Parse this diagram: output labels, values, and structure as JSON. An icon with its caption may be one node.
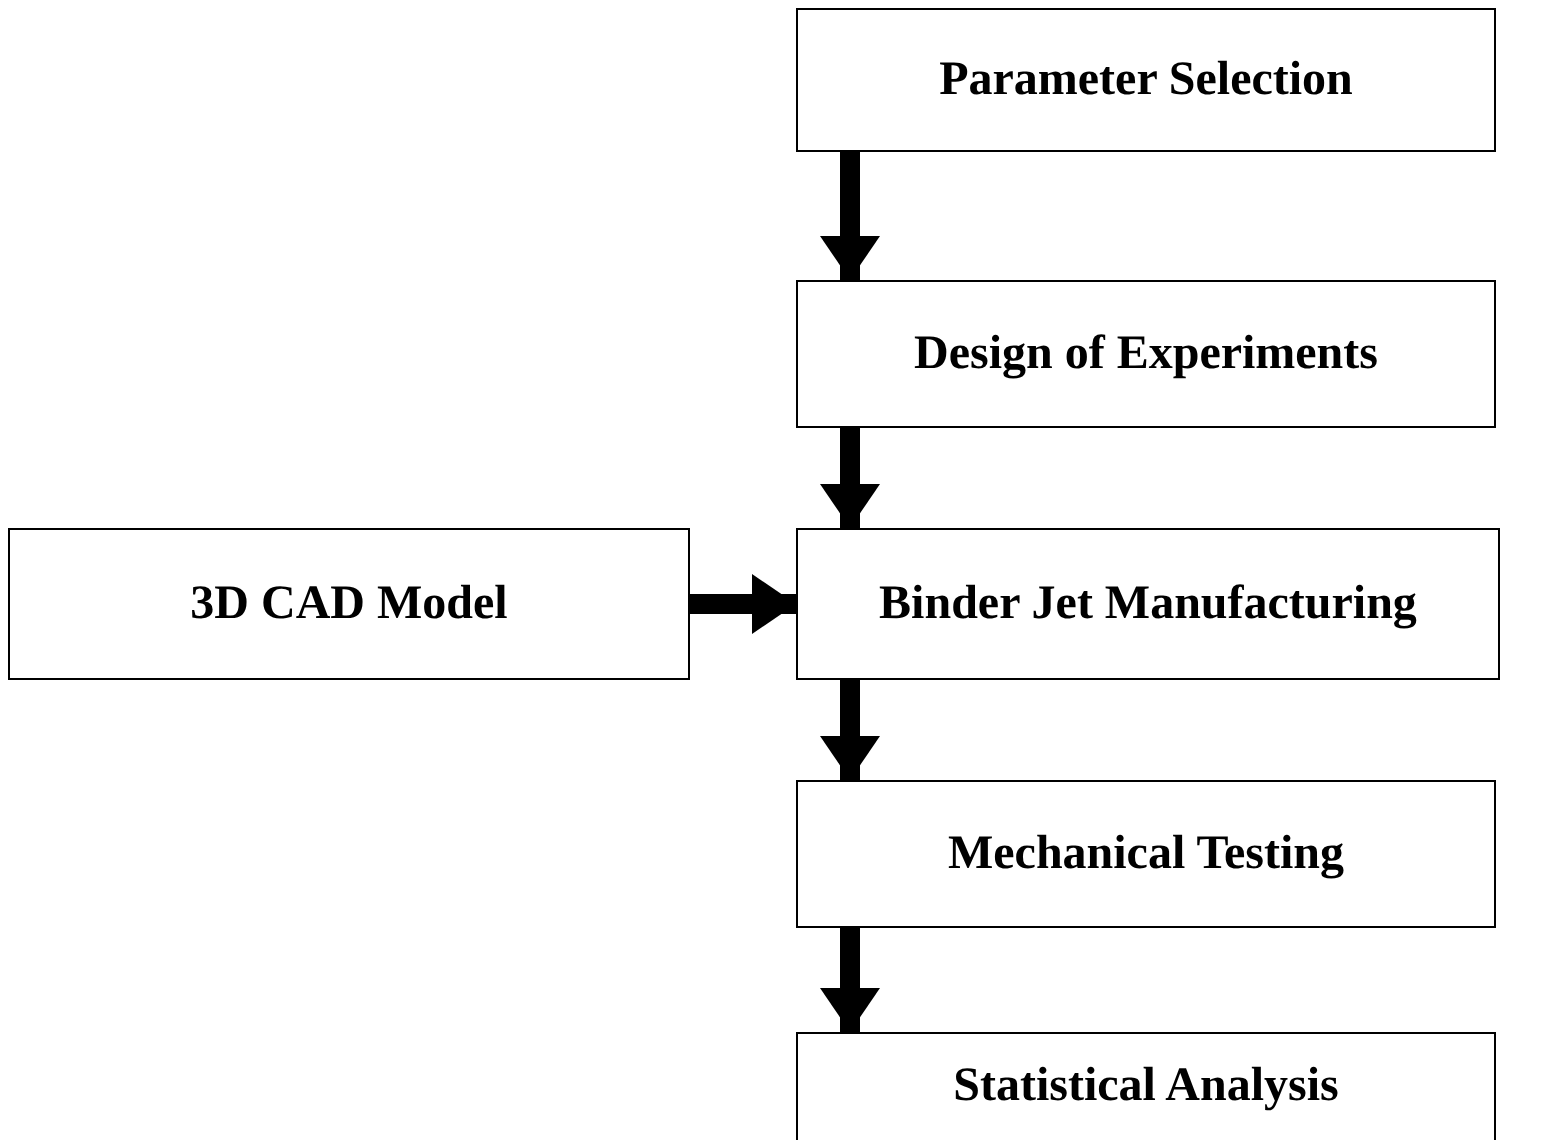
{
  "diagram": {
    "nodes": [
      {
        "text": [
          "Parameter Selection"
        ]
      },
      {
        "text": [
          "Design of Experiments"
        ]
      },
      {
        "text": [
          "3D CAD Model"
        ]
      },
      {
        "text": [
          "Binder Jet Manufacturing"
        ]
      },
      {
        "text": [
          "Mechanical Testing"
        ]
      },
      {
        "text": [
          "Statistical Analysis"
        ]
      }
    ],
    "edges": [
      {
        "from": 0,
        "to": 1,
        "arrow": "to"
      },
      {
        "from": 1,
        "to": 3,
        "arrow": "to"
      },
      {
        "from": 2,
        "to": 3,
        "arrow": "to"
      },
      {
        "from": 3,
        "to": 4,
        "arrow": "to"
      },
      {
        "from": 4,
        "to": 5,
        "arrow": "to"
      }
    ]
  }
}
